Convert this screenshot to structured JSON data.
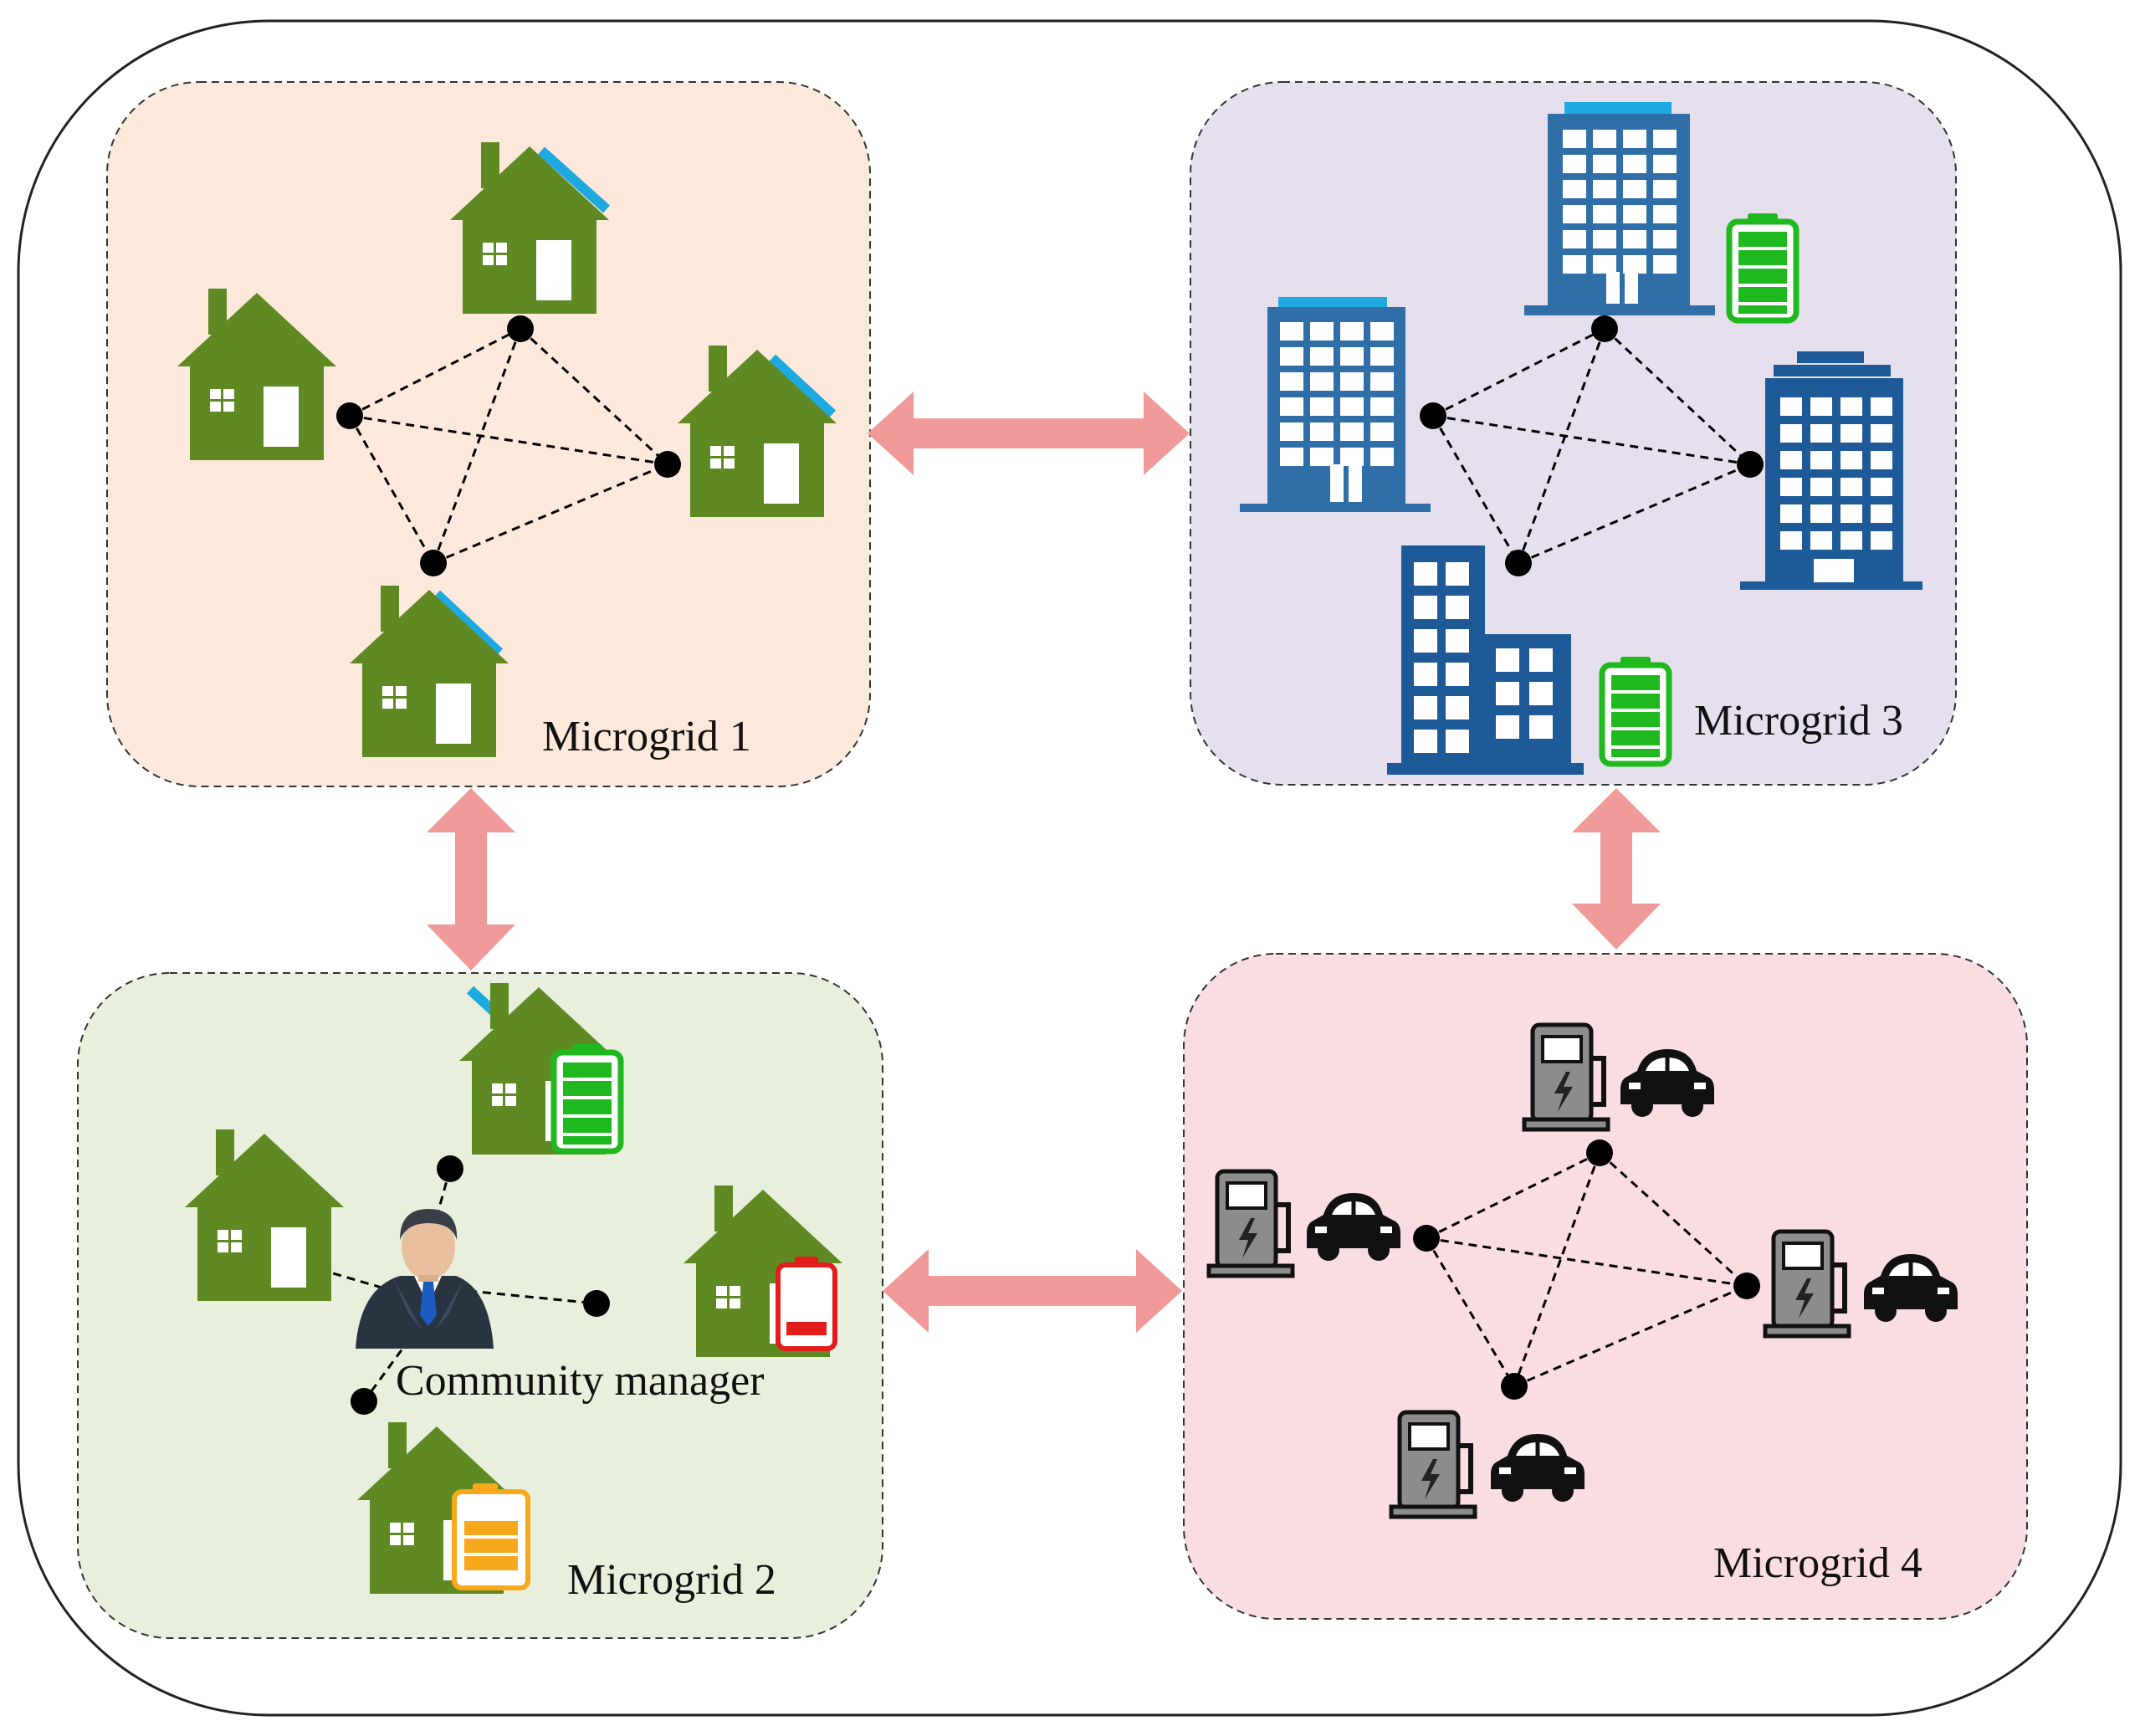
{
  "diagram": {
    "microgrids": [
      {
        "id": "mg1",
        "label": "Microgrid 1",
        "fill": "#fde9dc"
      },
      {
        "id": "mg2",
        "label": "Microgrid 2",
        "fill": "#e8efdc"
      },
      {
        "id": "mg3",
        "label": "Microgrid 3",
        "fill": "#e6e0ee"
      },
      {
        "id": "mg4",
        "label": "Microgrid 4",
        "fill": "#f9dde0"
      }
    ],
    "manager_label": "Community manager",
    "colors": {
      "house": "#5f8a23",
      "solar_panel": "#1fa9e1",
      "building": "#2f6ea7",
      "building_dark": "#1f5a98",
      "arrow": "#f09a9a",
      "battery_full": "#1fb81f",
      "battery_medium": "#f7a81b",
      "battery_low": "#e31c1c",
      "station": "#8c8c8c",
      "car": "#111111"
    },
    "icons": [
      "house-icon",
      "solar-panel-icon",
      "office-building-icon",
      "battery-icon",
      "charging-station-icon",
      "car-icon",
      "manager-avatar-icon"
    ]
  }
}
